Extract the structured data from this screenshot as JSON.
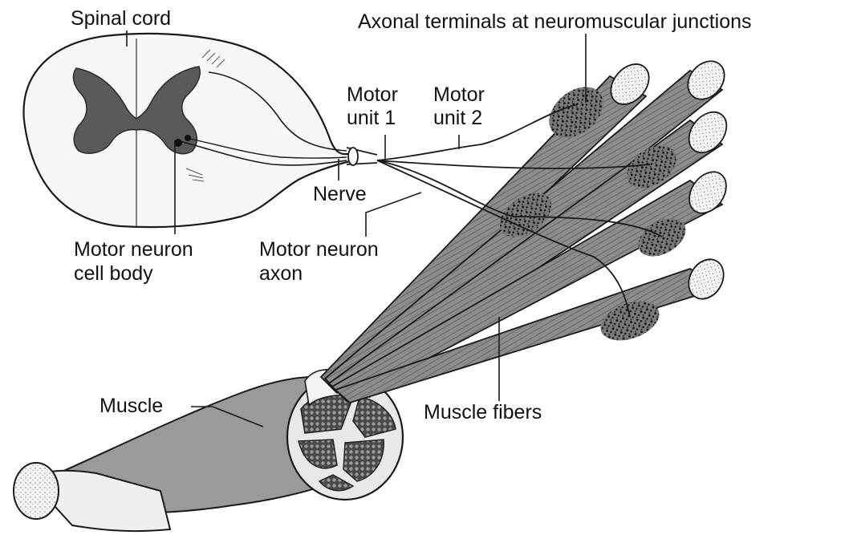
{
  "labels": {
    "spinal_cord": "Spinal cord",
    "axonal_terminals": "Axonal terminals at neuromuscular junctions",
    "motor_unit_1": [
      "Motor",
      "unit 1"
    ],
    "motor_unit_2": [
      "Motor",
      "unit 2"
    ],
    "nerve": "Nerve",
    "motor_neuron_cell_body": [
      "Motor neuron",
      "cell body"
    ],
    "motor_neuron_axon": [
      "Motor neuron",
      "axon"
    ],
    "muscle": "Muscle",
    "muscle_fibers": "Muscle fibers"
  },
  "colors": {
    "outline": "#1a1a1a",
    "fiber_fill": "#8c8c8c",
    "gray_matter": "#5a5a5a",
    "muscle_fill": "#9a9a9a",
    "background": "#ffffff"
  }
}
